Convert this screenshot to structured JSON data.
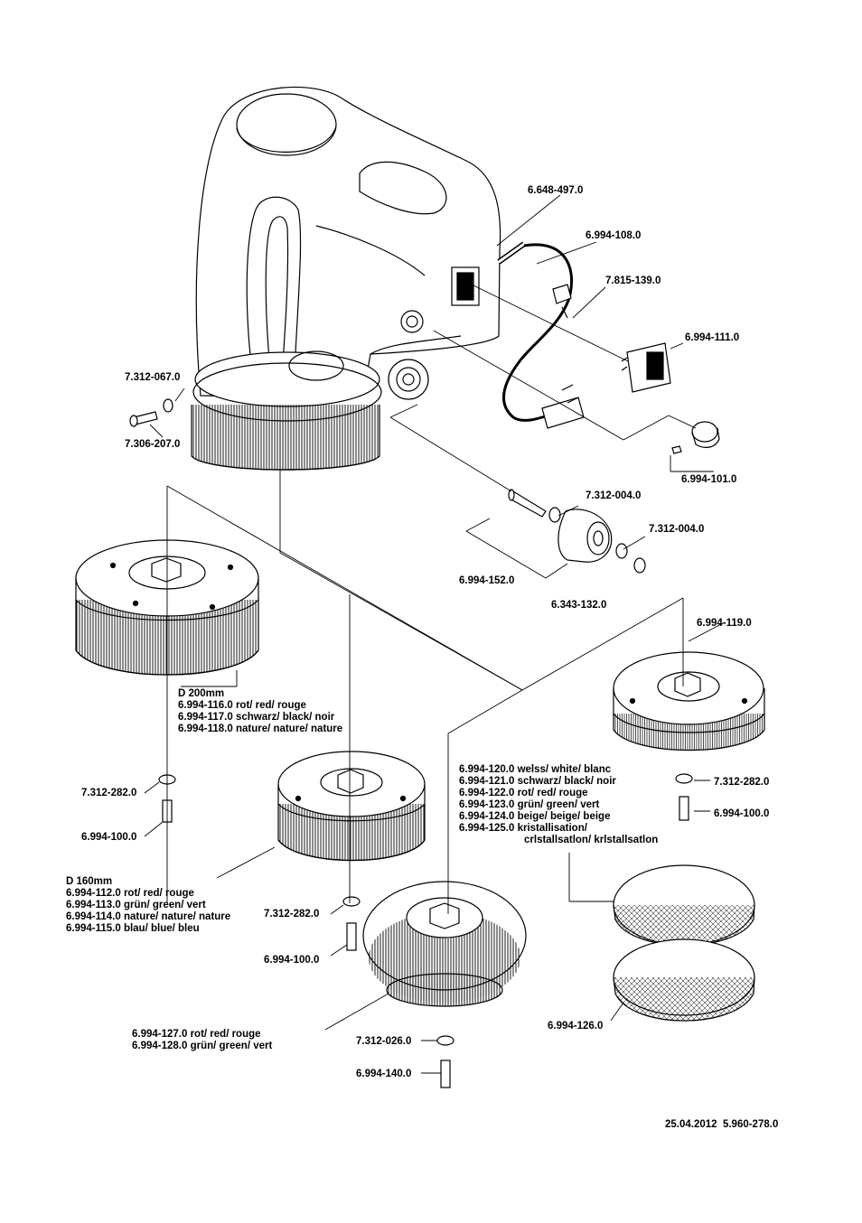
{
  "labels": {
    "p6648_497": "6.648-497.0",
    "p6994_108": "6.994-108.0",
    "p7815_139": "7.815-139.0",
    "p6994_111": "6.994-111.0",
    "p7312_067": "7.312-067.0",
    "p7306_207": "7.306-207.0",
    "p6994_101": "6.994-101.0",
    "p7312_004_a": "7.312-004.0",
    "p7312_004_b": "7.312-004.0",
    "p6994_152": "6.994-152.0",
    "p6343_132": "6.343-132.0",
    "p6994_119": "6.994-119.0",
    "p7312_282_a": "7.312-282.0",
    "p6994_100_a": "6.994-100.0",
    "p7312_282_b": "7.312-282.0",
    "p6994_100_b": "6.994-100.0",
    "p7312_282_c": "7.312-282.0",
    "p6994_100_c": "6.994-100.0",
    "p7312_026": "7.312-026.0",
    "p6994_140": "6.994-140.0",
    "p6994_126": "6.994-126.0"
  },
  "blocks": {
    "d200": [
      "D 200mm",
      "6.994-116.0 rot/ red/ rouge",
      "6.994-117.0 schwarz/ black/ noir",
      "6.994-118.0 nature/ nature/ nature"
    ],
    "d160": [
      "D 160mm",
      "6.994-112.0 rot/ red/ rouge",
      "6.994-113.0 grün/ green/ vert",
      "6.994-114.0 nature/ nature/ nature",
      "6.994-115.0 blau/ blue/ bleu"
    ],
    "pads": [
      "6.994-120.0 welss/ white/ blanc",
      "6.994-121.0 schwarz/ black/ noir",
      "6.994-122.0 rot/ red/ rouge",
      "6.994-123.0 grün/ green/ vert",
      "6.994-124.0 beige/ beige/ beige",
      "6.994-125.0 kristallisation/",
      "crlstallsatlon/ krlstallsatlon"
    ],
    "wire": [
      "6.994-127.0 rot/ red/ rouge",
      "6.994-128.0 grün/ green/ vert"
    ]
  },
  "footer": {
    "date": "25.04.2012",
    "doc_number": "5.960-278.0"
  }
}
